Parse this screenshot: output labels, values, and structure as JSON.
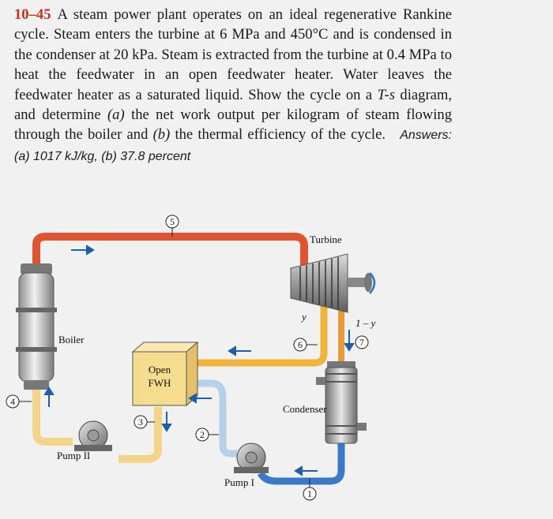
{
  "problem": {
    "number": "10–45",
    "text_before_ts": "A steam power plant operates on an ideal regenerative Rankine cycle. Steam enters the turbine at 6 MPa and 450°C and is condensed in the condenser at 20 kPa. Steam is extracted from the turbine at 0.4 MPa to heat the feedwater in an open feedwater heater. Water leaves the feedwater heater as a saturated liquid. Show the cycle on a ",
    "ts_label": "T-s",
    "text_after_ts": " diagram, and determine ",
    "part_a_letter": "(a)",
    "part_a_text": " the net work output per kilogram of steam flowing through the boiler and ",
    "part_b_letter": "(b)",
    "part_b_text": " the thermal efficiency of the cycle.",
    "answers_label": "Answers:",
    "answer_a": "(a) 1017 kJ/kg, (b) 37.8 percent"
  },
  "figure": {
    "labels": {
      "turbine": "Turbine",
      "boiler": "Boiler",
      "open_fwh_line1": "Open",
      "open_fwh_line2": "FWH",
      "condenser": "Condenser",
      "pump_1": "Pump I",
      "pump_2": "Pump II",
      "y": "y",
      "one_minus_y": "1 – y"
    },
    "states": [
      "1",
      "2",
      "3",
      "4",
      "5",
      "6",
      "7"
    ],
    "colors": {
      "superheated_pipe": "#e0552f",
      "extraction_pipe": "#f0b43c",
      "liquid_pipe": "#f3d488",
      "cold_pipe": "#3a78c8",
      "light_pipe": "#b8cfe8",
      "fwh_box": "#f6dc8e",
      "arrow": "#1f5faa"
    }
  }
}
